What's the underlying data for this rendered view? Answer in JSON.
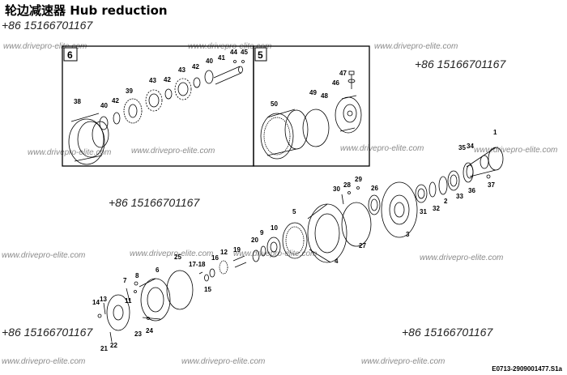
{
  "title": "轮边减速器  Hub reduction",
  "drawing_code": "E0713-2909001477.S1a",
  "phone_watermarks": [
    "+86 15166701167",
    "+86 15166701167",
    "+86 15166701167",
    "+86 15166701167",
    "+86 15166701167"
  ],
  "web_watermark": "www.drivepro-elite.com",
  "insets": [
    {
      "number": "6",
      "parts": [
        "38",
        "40",
        "42",
        "39",
        "43",
        "42",
        "43",
        "42",
        "40",
        "41",
        "44",
        "45"
      ]
    },
    {
      "number": "5",
      "parts": [
        "50",
        "49",
        "48",
        "46",
        "47"
      ]
    }
  ],
  "main_parts": [
    "1",
    "34",
    "35",
    "36",
    "37",
    "33",
    "2",
    "32",
    "31",
    "3",
    "26",
    "27",
    "30",
    "28",
    "29",
    "4",
    "5",
    "10",
    "9",
    "20",
    "19",
    "12",
    "16",
    "15",
    "17-18",
    "25",
    "6",
    "8",
    "7",
    "11",
    "13",
    "14",
    "23",
    "24",
    "21",
    "22"
  ]
}
